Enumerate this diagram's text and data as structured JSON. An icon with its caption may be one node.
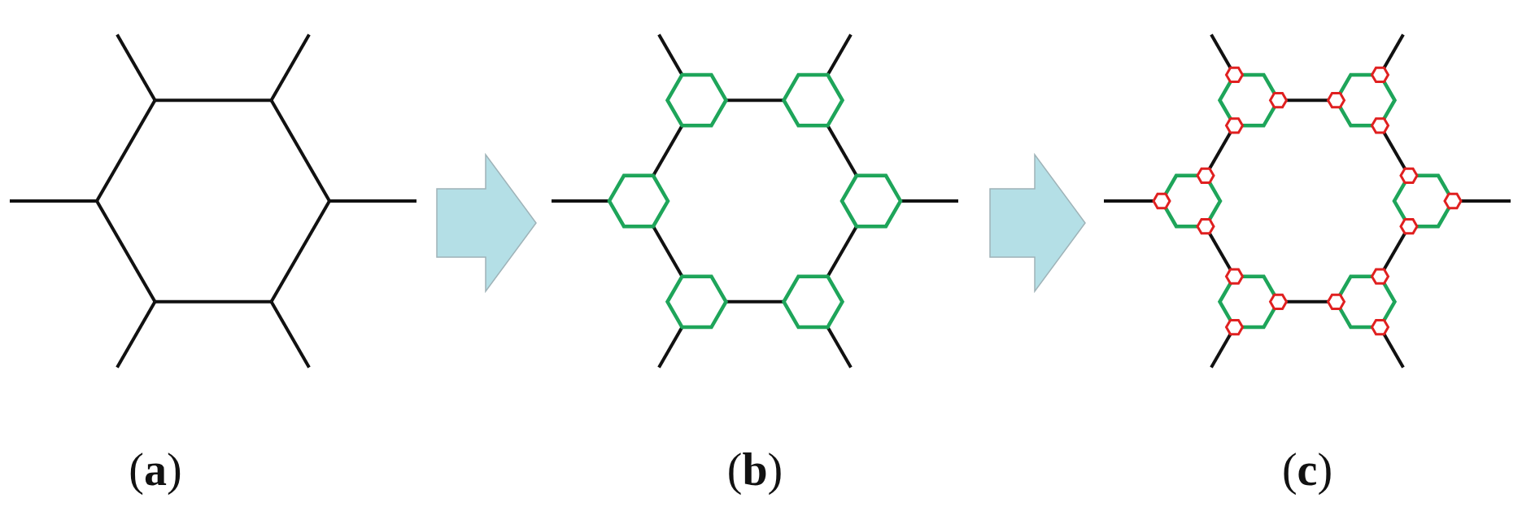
{
  "diagram": {
    "nodes": [
      {
        "text": [],
        "shape": "picture",
        "beside": [
          "(**a**)"
        ]
      },
      {
        "text": [],
        "shape": "picture",
        "beside": [
          "(**b**)"
        ]
      },
      {
        "text": [],
        "shape": "picture",
        "beside": [
          "(**c**)"
        ]
      }
    ],
    "edges": [
      {
        "from": 0,
        "to": 1,
        "arrow": "to"
      },
      {
        "from": 1,
        "to": 2,
        "arrow": "to"
      }
    ]
  }
}
